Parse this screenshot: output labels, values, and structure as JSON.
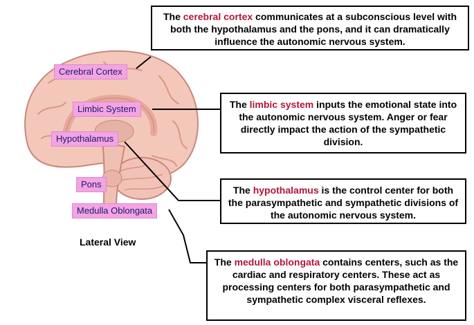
{
  "labels": {
    "cerebral_cortex": "Cerebral Cortex",
    "limbic_system": "Limbic System",
    "hypothalamus": "Hypothalamus",
    "pons": "Pons",
    "medulla_oblongata": "Medulla Oblongata"
  },
  "caption": "Lateral View",
  "boxes": {
    "cortex": {
      "pre": "The ",
      "term": "cerebral cortex",
      "post": " communicates at a subconscious level with both the hypothalamus and the pons, and it can dramatically influence the autonomic nervous system."
    },
    "limbic": {
      "pre": "The ",
      "term": "limbic system",
      "post": " inputs the emotional state into the autonomic nervous system. Anger or fear directly impact the action of the sympathetic division."
    },
    "hypothalamus": {
      "pre": "The ",
      "term": "hypothalamus",
      "post": " is the control center for both the parasympathetic and sympathetic divisions of the autonomic nervous system."
    },
    "medulla": {
      "pre": "The ",
      "term": "medulla oblongata",
      "post": " contains centers, such as the cardiac and respiratory centers. These act as processing centers for both parasympathetic and sympathetic complex visceral reflexes."
    }
  },
  "colors": {
    "brain_fill": "#f4c7bb",
    "brain_fold": "#d9958a",
    "label_bg": "#f4a3e3",
    "highlight": "#b0163a"
  }
}
